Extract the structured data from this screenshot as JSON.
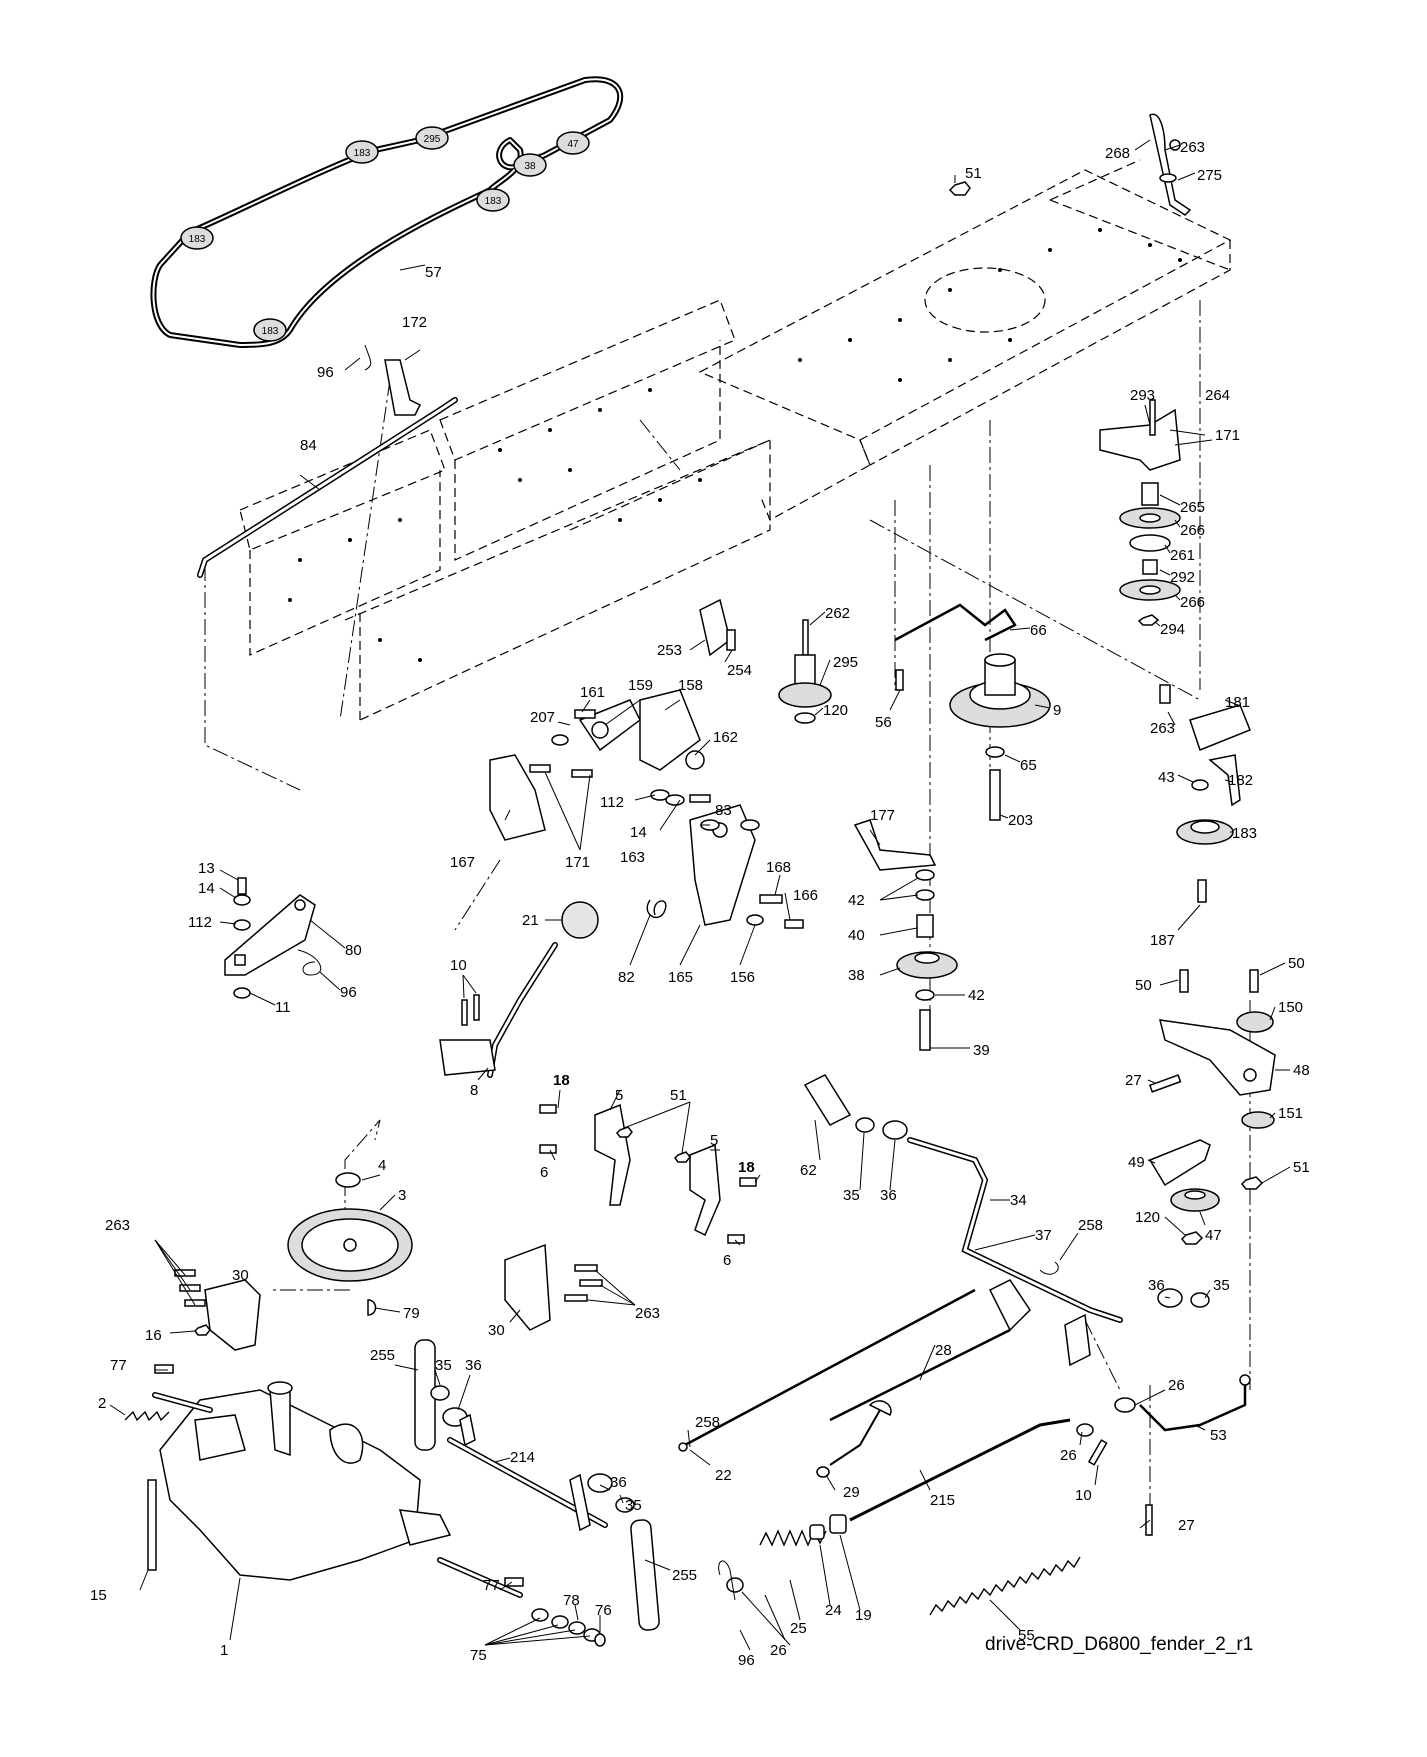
{
  "caption": "drive-CRD_D6800_fender_2_r1",
  "belt_pulleys": [
    "183",
    "295",
    "47",
    "38",
    "183",
    "183",
    "183"
  ],
  "callouts": [
    "57",
    "172",
    "96",
    "84",
    "51",
    "268",
    "263",
    "275",
    "293",
    "264",
    "171",
    "265",
    "266",
    "261",
    "292",
    "266",
    "294",
    "262",
    "295",
    "120",
    "66",
    "56",
    "9",
    "65",
    "203",
    "263",
    "181",
    "43",
    "182",
    "183",
    "187",
    "253",
    "254",
    "207",
    "161",
    "159",
    "158",
    "162",
    "112",
    "14",
    "163",
    "83",
    "167",
    "171",
    "177",
    "42",
    "40",
    "38",
    "42",
    "39",
    "13",
    "14",
    "112",
    "80",
    "96",
    "11",
    "21",
    "168",
    "166",
    "82",
    "165",
    "156",
    "10",
    "8",
    "50",
    "50",
    "150",
    "27",
    "48",
    "151",
    "49",
    "51",
    "120",
    "47",
    "18",
    "5",
    "51",
    "5",
    "18",
    "6",
    "6",
    "62",
    "35",
    "36",
    "34",
    "37",
    "4",
    "3",
    "263",
    "30",
    "16",
    "79",
    "30",
    "263",
    "258",
    "36",
    "35",
    "77",
    "2",
    "255",
    "35",
    "36",
    "214",
    "28",
    "26",
    "53",
    "15",
    "77",
    "36",
    "35",
    "258",
    "22",
    "29",
    "26",
    "10",
    "215",
    "27",
    "255",
    "1",
    "75",
    "78",
    "76",
    "96",
    "26",
    "25",
    "24",
    "19",
    "55"
  ],
  "colors": {
    "ink": "#000000",
    "paper": "#ffffff"
  }
}
